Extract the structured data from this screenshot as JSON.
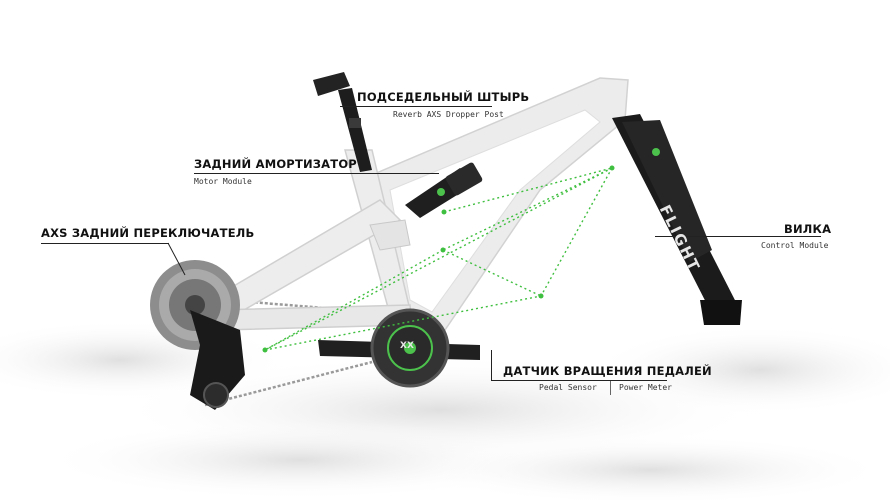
{
  "callouts": {
    "seatpost": {
      "title": "ПОДСЕДЕЛЬНЫЙ ШТЫРЬ",
      "subtitle": "Reverb AXS Dropper Post"
    },
    "shock": {
      "title": "ЗАДНИЙ АМОРТИЗАТОР",
      "subtitle": "Motor Module"
    },
    "derailleur": {
      "title": "AXS ЗАДНИЙ ПЕРЕКЛЮЧАТЕЛЬ"
    },
    "fork": {
      "title": "ВИЛКА",
      "subtitle": "Control Module"
    },
    "crank": {
      "title": "ДАТЧИК ВРАЩЕНИЯ ПЕДАЛЕЙ",
      "subtitle_left": "Pedal Sensor",
      "subtitle_right": "Power Meter"
    }
  },
  "fork_logo": "FLIGHT",
  "crank_logo": "XX",
  "colors": {
    "frame": "#e9e9e9",
    "frame_edge": "#cfcfcf",
    "dark_part": "#1c1c1c",
    "accent_green": "#4cc24c",
    "network_line": "#3fbf3f"
  }
}
